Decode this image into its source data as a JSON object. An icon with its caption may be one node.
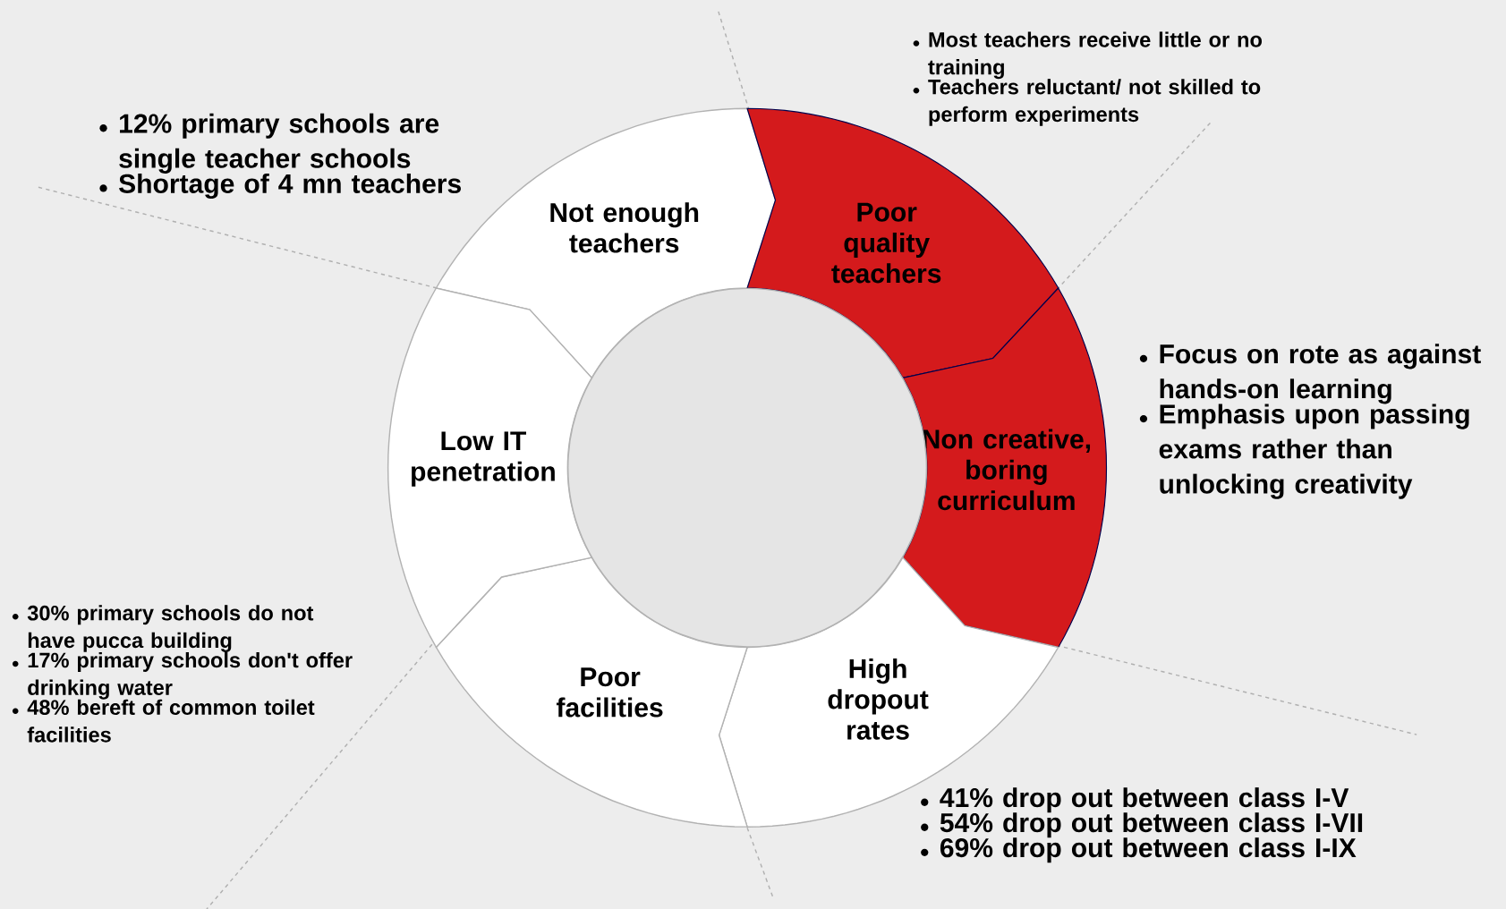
{
  "diagram": {
    "nodes": [
      {
        "text": [
          "Not enough teachers"
        ],
        "beside": [
          "12% primary schools are single teacher schools",
          "Shortage of 4 mn teachers"
        ]
      },
      {
        "text": [
          "Poor quality teachers"
        ],
        "beside": [
          "Most teachers receive little or no training",
          "Teachers reluctant/ not skilled to perform experiments"
        ]
      },
      {
        "text": [
          "Non creative, boring curriculum"
        ],
        "beside": [
          "Focus on rote as against hands-on learning",
          "Emphasis upon passing exams rather than unlocking creativity"
        ]
      },
      {
        "text": [
          "High dropout rates"
        ],
        "beside": [
          "41% drop out between class I-V",
          "54% drop out between class I-VII",
          "69% drop out between class I-IX"
        ]
      },
      {
        "text": [
          "Poor facilities"
        ],
        "beside": [
          "30% primary schools do not have pucca building",
          "17% primary schools don't offer drinking water",
          "48% bereft of common toilet facilities"
        ]
      },
      {
        "text": [
          "Low IT penetration"
        ]
      },
      {
        "text": [],
        "shape": "circle"
      }
    ]
  }
}
